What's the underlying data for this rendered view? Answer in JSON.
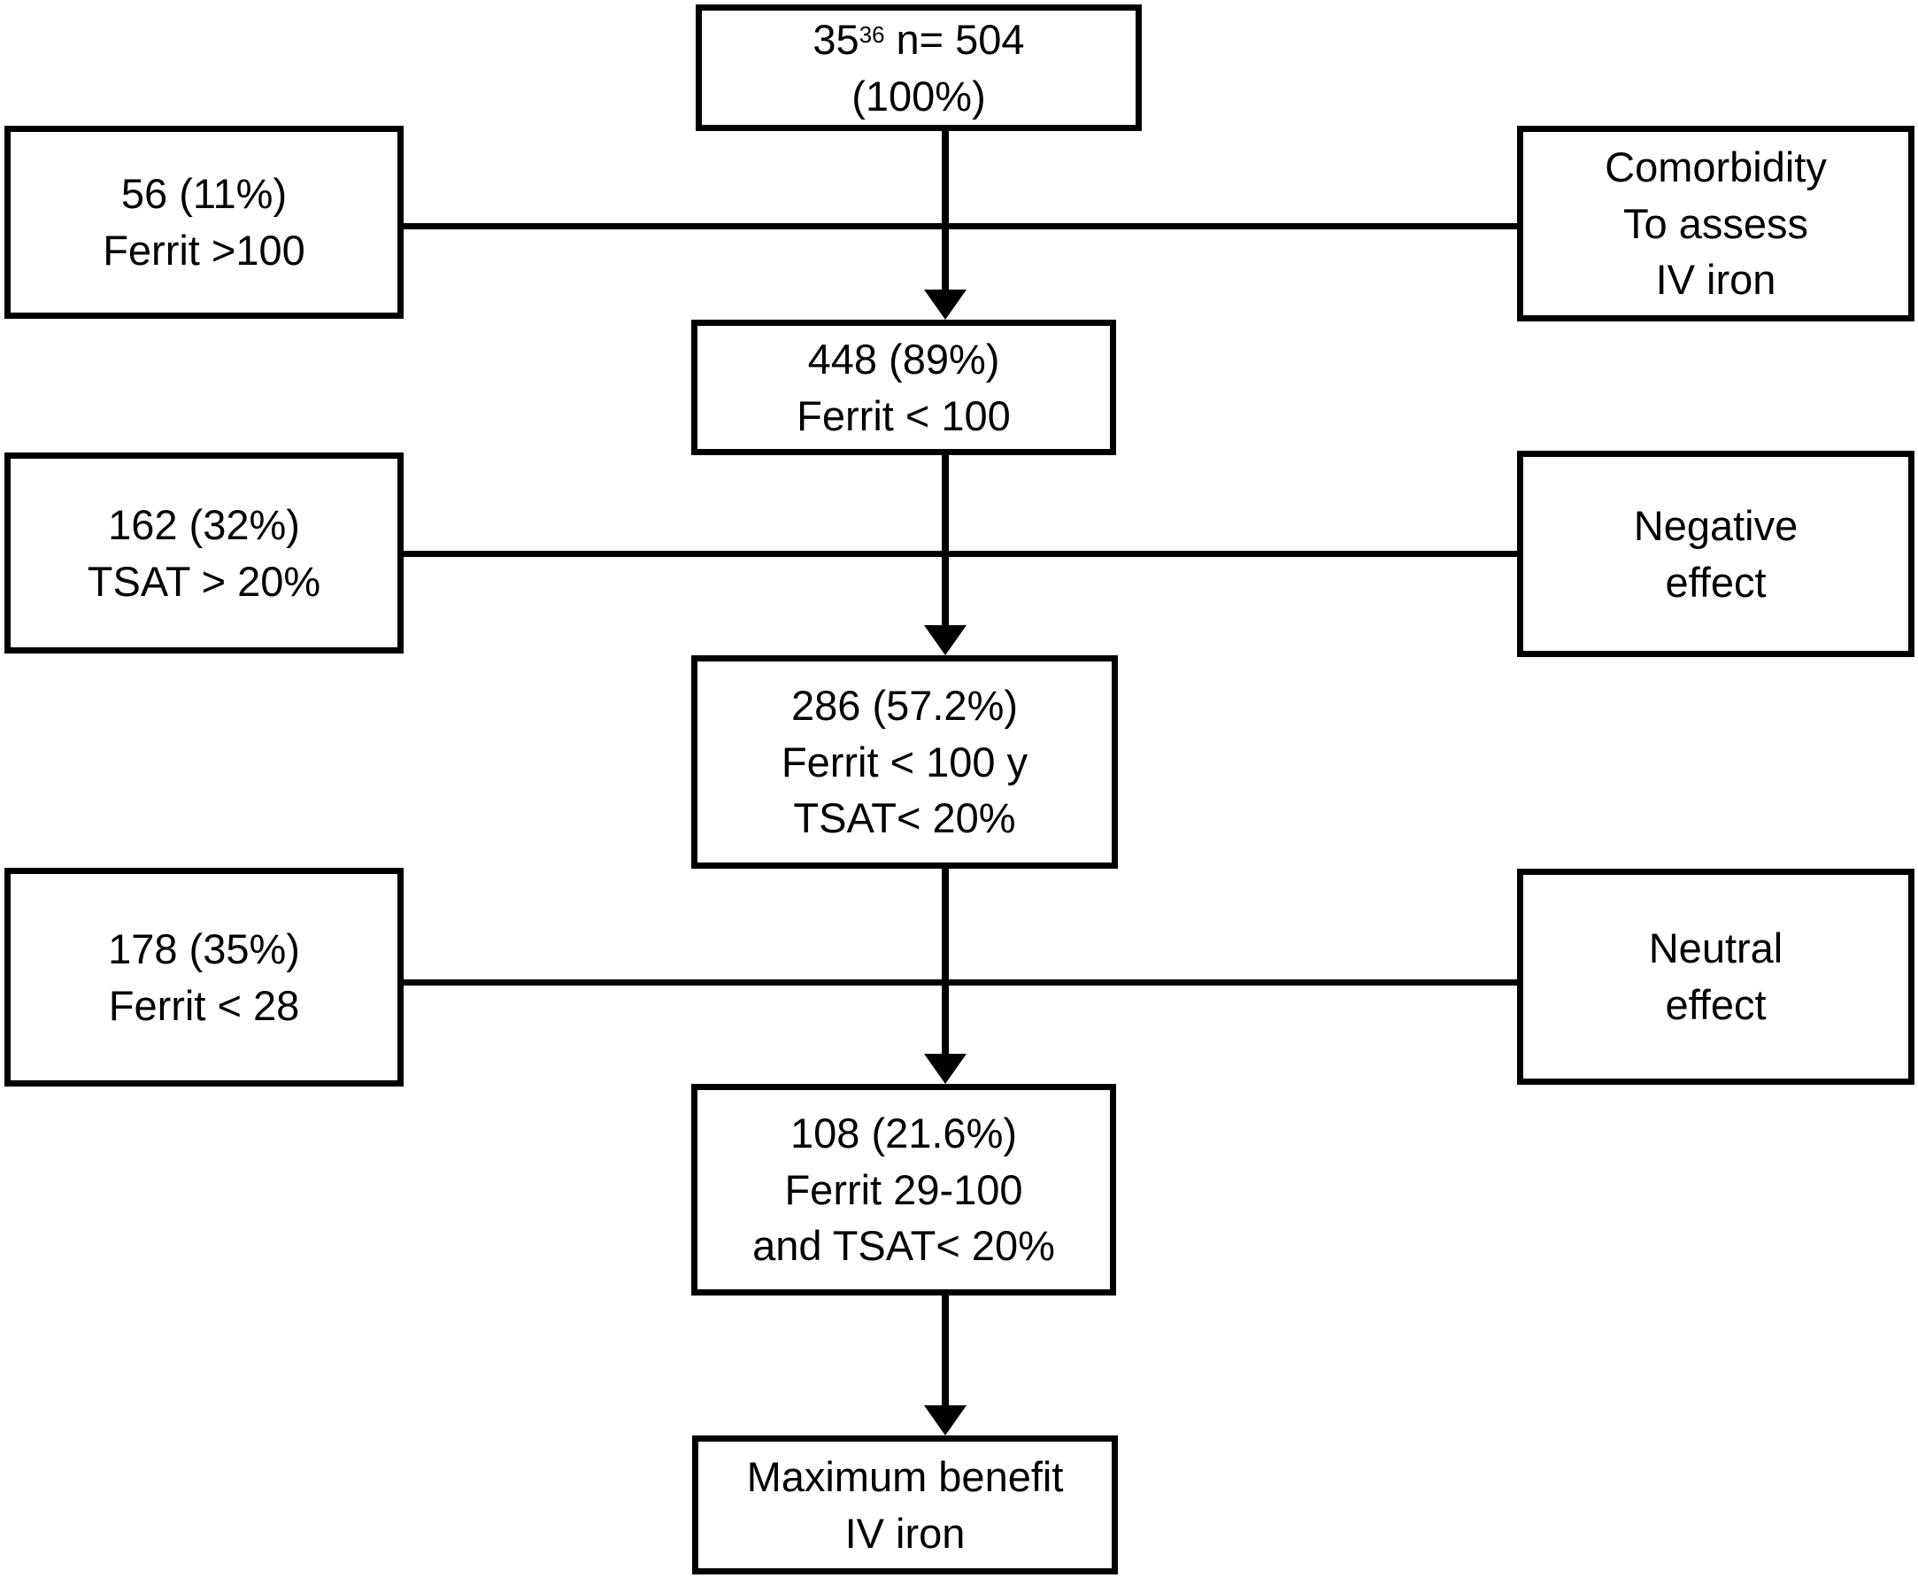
{
  "diagram": {
    "type": "patient-flow-chart",
    "colors": {
      "stroke": "#000000",
      "background": "#ffffff",
      "text": "#000000"
    }
  },
  "nodes": {
    "top": {
      "ref": "35",
      "sup": "36",
      "n": " n= 504",
      "pct": "(100%)"
    },
    "excl1": {
      "line1": "56 (11%)",
      "line2": "Ferrit >100"
    },
    "effect1": {
      "line1": "Comorbidity",
      "line2": "To assess",
      "line3": "IV iron"
    },
    "step1": {
      "line1": "448 (89%)",
      "line2": "Ferrit < 100"
    },
    "excl2": {
      "line1": "162 (32%)",
      "line2": "TSAT > 20%"
    },
    "effect2": {
      "line1": "Negative",
      "line2": "effect"
    },
    "step2": {
      "line1": "286 (57.2%)",
      "line2": "Ferrit < 100 y",
      "line3": "TSAT< 20%"
    },
    "excl3": {
      "line1": "178 (35%)",
      "line2": "Ferrit < 28"
    },
    "effect3": {
      "line1": "Neutral",
      "line2": "effect"
    },
    "step3": {
      "line1": "108 (21.6%)",
      "line2": "Ferrit 29-100",
      "line3": "and TSAT< 20%"
    },
    "final": {
      "line1": "Maximum benefit",
      "line2": "IV iron"
    }
  }
}
